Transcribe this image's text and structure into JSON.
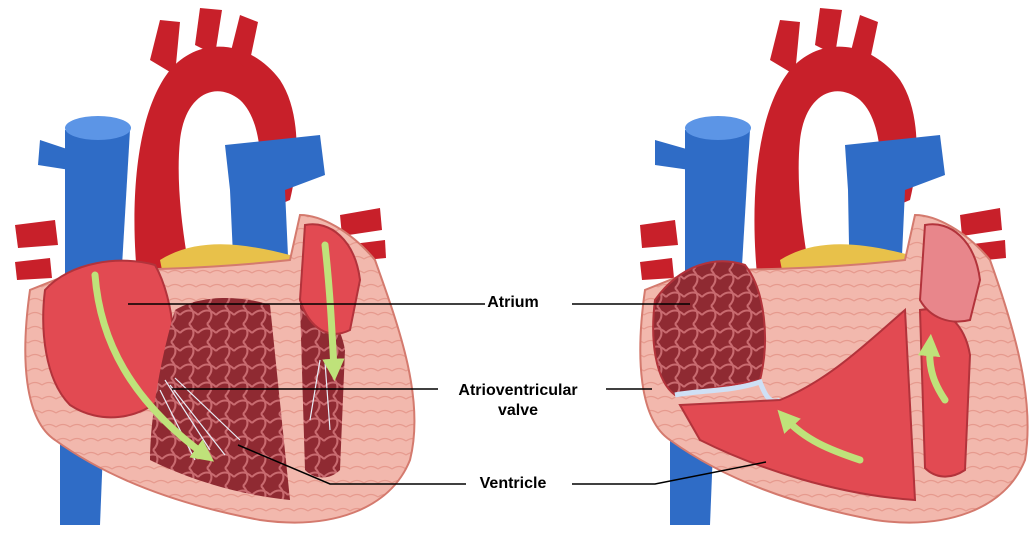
{
  "labels": {
    "atrium": "Atrium",
    "av_valve_line1": "Atrioventricular",
    "av_valve_line2": "valve",
    "ventricle": "Ventricle"
  },
  "colors": {
    "aorta": "#c8202a",
    "aorta_light": "#e5484f",
    "vein": "#2f6cc6",
    "vein_light": "#5c95e6",
    "myocardium": "#f2b8ad",
    "chamber": "#e24a52",
    "chamber_dark": "#9b2a33",
    "fat": "#e8c14a",
    "flow_arrow": "#bfe27a",
    "leader_line": "#000000"
  },
  "icons": {
    "flow": "green-flow-arrow-icon"
  }
}
